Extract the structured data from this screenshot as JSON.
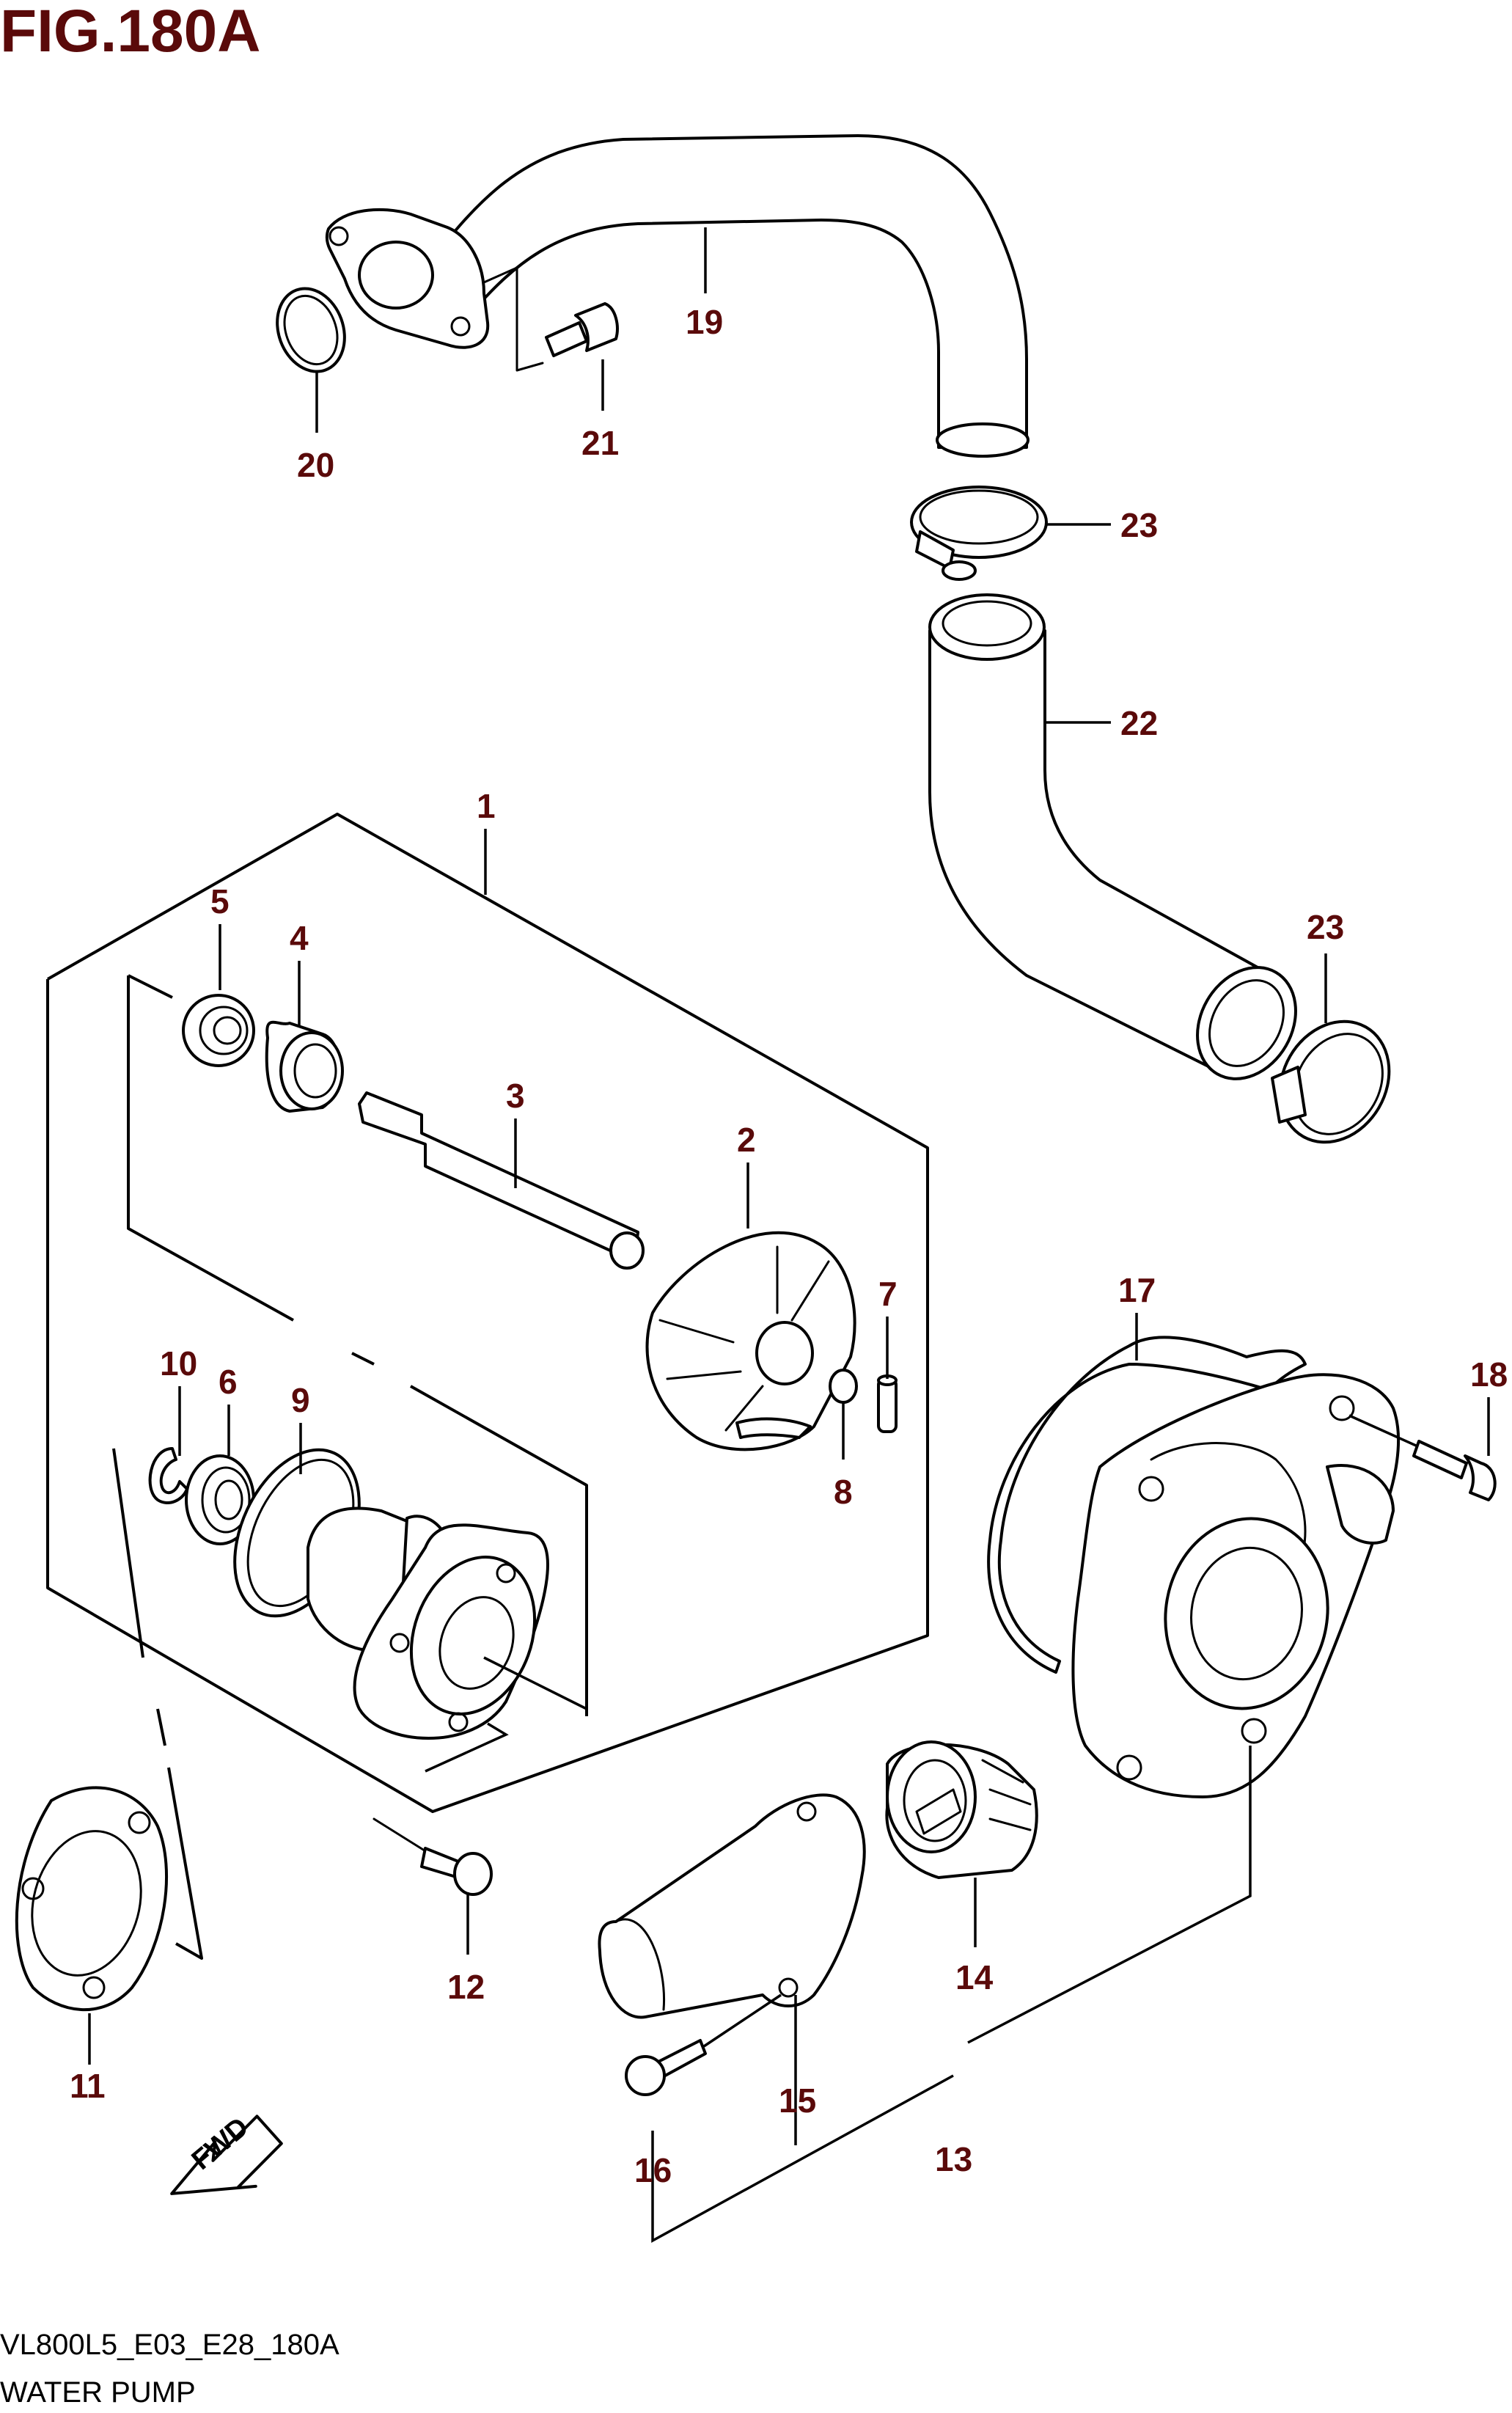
{
  "figure": {
    "title": "FIG.180A",
    "code": "VL800L5_E03_E28_180A",
    "name": "WATER PUMP",
    "direction_label": "FWD"
  },
  "callouts": [
    {
      "id": "c1",
      "label": "1"
    },
    {
      "id": "c2",
      "label": "2"
    },
    {
      "id": "c3",
      "label": "3"
    },
    {
      "id": "c4",
      "label": "4"
    },
    {
      "id": "c5",
      "label": "5"
    },
    {
      "id": "c6",
      "label": "6"
    },
    {
      "id": "c7",
      "label": "7"
    },
    {
      "id": "c8",
      "label": "8"
    },
    {
      "id": "c9",
      "label": "9"
    },
    {
      "id": "c10",
      "label": "10"
    },
    {
      "id": "c11",
      "label": "11"
    },
    {
      "id": "c12",
      "label": "12"
    },
    {
      "id": "c13",
      "label": "13"
    },
    {
      "id": "c14",
      "label": "14"
    },
    {
      "id": "c15",
      "label": "15"
    },
    {
      "id": "c16",
      "label": "16"
    },
    {
      "id": "c17",
      "label": "17"
    },
    {
      "id": "c18",
      "label": "18"
    },
    {
      "id": "c19",
      "label": "19"
    },
    {
      "id": "c20",
      "label": "20"
    },
    {
      "id": "c21",
      "label": "21"
    },
    {
      "id": "c22",
      "label": "22"
    },
    {
      "id": "c23a",
      "label": "23"
    },
    {
      "id": "c23b",
      "label": "23"
    }
  ],
  "colors": {
    "callout_text": "#5a0a0a",
    "line": "#000000",
    "background": "#ffffff"
  }
}
